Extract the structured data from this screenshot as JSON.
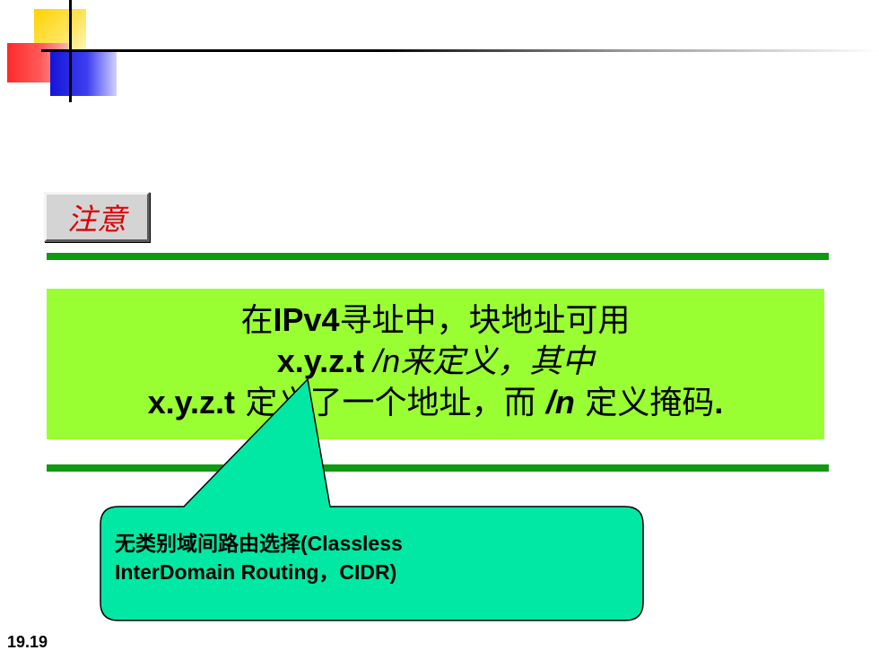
{
  "note_label": "注意",
  "main_text": {
    "line1_a": "在",
    "line1_b": "IPv4",
    "line1_c": "寻址中，块地址可用",
    "line2_a": "x.y.z.t ",
    "line2_b": "/n",
    "line2_c": "来定义，其中",
    "line3_a": "x.y.z.t",
    "line3_b": " 定义了一个地址，而 ",
    "line3_c": "/n",
    "line3_d": " 定义掩码",
    "line3_e": "."
  },
  "callout": {
    "line1_a": "无类别域间路由选择",
    "line1_b": "(Classless",
    "line2": "InterDomain Routing，CIDR)"
  },
  "slide_number": "19.19",
  "colors": {
    "accent_green": "#109a10",
    "box_green": "#99ff33",
    "callout_fill": "#00e8a4",
    "note_text": "#e00000"
  }
}
